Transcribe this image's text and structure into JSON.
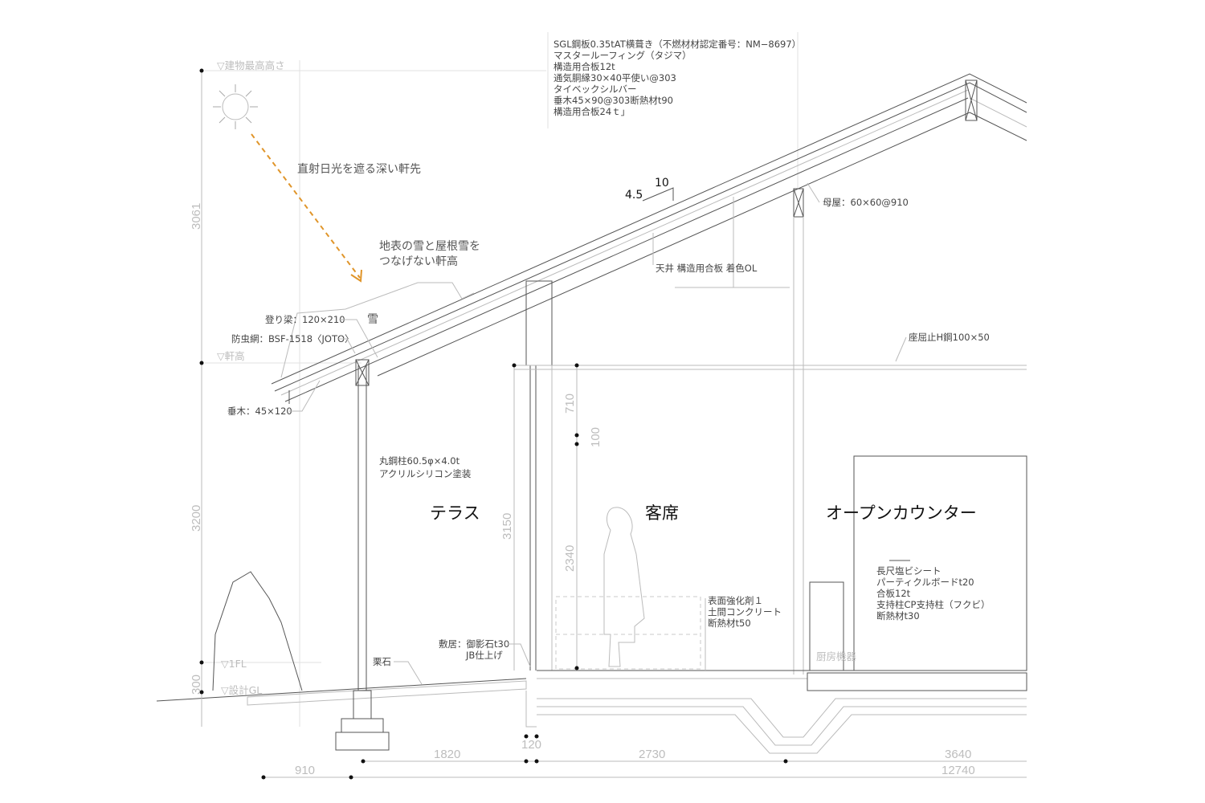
{
  "roof_spec": [
    "SGL鋼板0.35tAT横葺き（不燃材材認定番号：NM−8697）",
    "マスタールーフィング（タジマ）",
    "構造用合板12t",
    "通気胴縁30×40平使い@303",
    "タイベックシルバー",
    "垂木45×90@303断熱材t90",
    "構造用合板24ｔ」"
  ],
  "slope": {
    "rise": "4.5",
    "run": "10"
  },
  "levels": {
    "top": "▽建物最高高さ",
    "eave": "▽軒高",
    "fl": "▽1FL",
    "gl": "▽設計GL"
  },
  "annotations": {
    "sun_note": "直射日光を遮る深い軒先",
    "snow_note": [
      "地表の雪と屋根雪を",
      "つなげない軒高"
    ],
    "snow": "雪",
    "beam": "登り梁：120×210",
    "insect_net": "防虫網：BSF-1518〈JOTO〉",
    "rafter": "垂木：45×120",
    "purlin": "母屋：60×60@910",
    "ceiling": "天井  構造用合板  着色OL",
    "buckling": "座屈止H鋼100×50",
    "column": [
      "丸鋼柱60.5φ×4.0t",
      "アクリルシリコン塗装"
    ],
    "sill": [
      "敷居：御影石t30",
      "JB仕上げ"
    ],
    "stone": "栗石",
    "floor": [
      "表面強化剤１",
      "土間コンクリート",
      "断熱材t50"
    ],
    "counter": [
      "長尺塩ビシート",
      "パーティクルボードt20",
      "合板12t",
      "支持柱CP支持柱（フクビ）",
      "断熱材t30"
    ],
    "kitchen": "厨房機器"
  },
  "rooms": {
    "terrace": "テラス",
    "seating": "客席",
    "counter": "オープンカウンター"
  },
  "dimensions": {
    "vertical": {
      "upper": "3061",
      "middle": "3200",
      "lower": "300",
      "wall": "3150",
      "d710": "710",
      "d100": "100",
      "d2340": "2340"
    },
    "horizontal": {
      "d1820": "1820",
      "d120": "120",
      "d2730": "2730",
      "d3640": "3640",
      "d910": "910",
      "total": "12740"
    }
  },
  "colors": {
    "sun_arrow": "#e0952a"
  }
}
